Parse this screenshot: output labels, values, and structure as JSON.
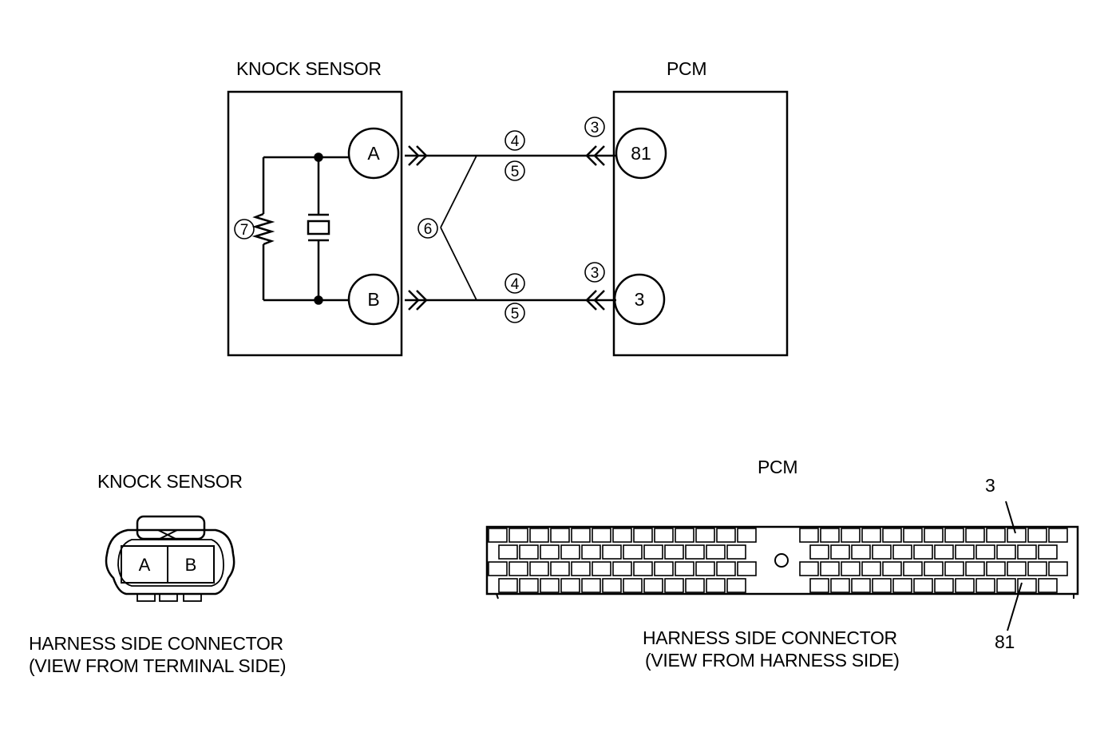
{
  "wiring": {
    "knock_sensor_title": "KNOCK SENSOR",
    "pcm_title": "PCM",
    "terminal_a": "A",
    "terminal_b": "B",
    "pcm_terminal_top": "81",
    "pcm_terminal_bottom": "3",
    "callout_3_top": "3",
    "callout_3_bottom": "3",
    "callout_4_top": "4",
    "callout_5_top": "5",
    "callout_4_bottom": "4",
    "callout_5_bottom": "5",
    "callout_6": "6",
    "callout_7": "7"
  },
  "knock_connector": {
    "title": "KNOCK SENSOR",
    "cell_a": "A",
    "cell_b": "B",
    "caption_line1": "HARNESS SIDE CONNECTOR",
    "caption_line2": "(VIEW FROM TERMINAL SIDE)"
  },
  "pcm_connector": {
    "title": "PCM",
    "pointer_top": "3",
    "pointer_bottom": "81",
    "caption_line1": "HARNESS SIDE CONNECTOR",
    "caption_line2": "(VIEW FROM HARNESS SIDE)"
  }
}
